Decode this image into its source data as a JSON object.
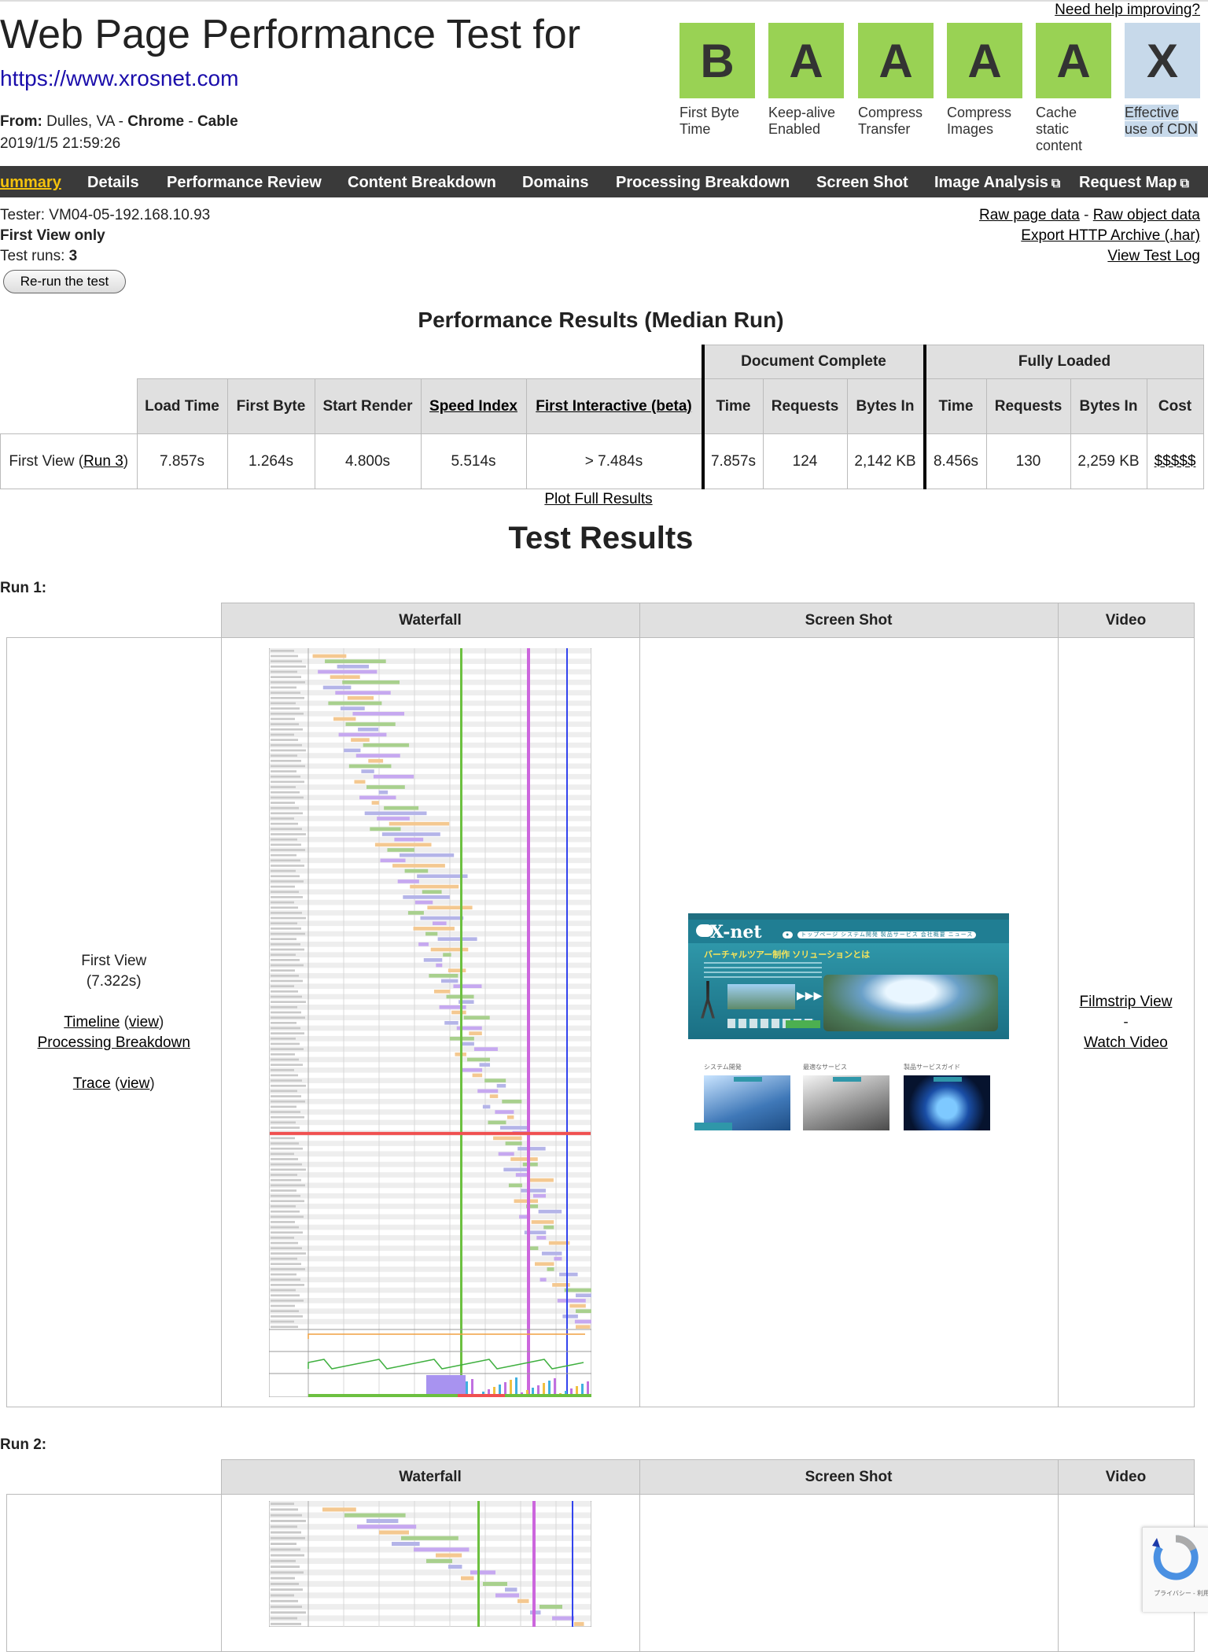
{
  "help_link": "Need help improving?",
  "header": {
    "title": "Web Page Performance Test for",
    "url": "https://www.xrosnet.com",
    "from_label": "From:",
    "location": "Dulles, VA",
    "browser": "Chrome",
    "connectivity": "Cable",
    "date": "2019/1/5 21:59:26"
  },
  "grades": [
    {
      "grade": "B",
      "label": "First Byte Time",
      "color": "#99d254"
    },
    {
      "grade": "A",
      "label": "Keep-alive Enabled",
      "color": "#99d254"
    },
    {
      "grade": "A",
      "label": "Compress Transfer",
      "color": "#99d254"
    },
    {
      "grade": "A",
      "label": "Compress Images",
      "color": "#99d254"
    },
    {
      "grade": "A",
      "label": "Cache static content",
      "color": "#99d254"
    },
    {
      "grade": "X",
      "label": "Effective use of CDN",
      "color": "#c7d9ea"
    }
  ],
  "nav": {
    "items": [
      "ummary",
      "Details",
      "Performance Review",
      "Content Breakdown",
      "Domains",
      "Processing Breakdown",
      "Screen Shot",
      "Image Analysis",
      "Request Map"
    ],
    "active_color": "#f4c20d"
  },
  "info": {
    "tester": "Tester: VM04-05-192.168.10.93",
    "view": "First View only",
    "runs_label": "Test runs: ",
    "runs": "3",
    "rerun_button": "Re-run the test"
  },
  "links": {
    "raw_page": "Raw page data",
    "sep": " - ",
    "raw_object": "Raw object data",
    "har": "Export HTTP Archive (.har)",
    "log": "View Test Log"
  },
  "perf": {
    "heading": "Performance Results (Median Run)",
    "group_document": "Document Complete",
    "group_fully": "Fully Loaded",
    "headers": {
      "load_time": "Load Time",
      "first_byte": "First Byte",
      "start_render": "Start Render",
      "speed_index": "Speed Index",
      "first_interactive": "First Interactive (beta)",
      "doc_time": "Time",
      "doc_requests": "Requests",
      "doc_bytes": "Bytes In",
      "full_time": "Time",
      "full_requests": "Requests",
      "full_bytes": "Bytes In",
      "cost": "Cost"
    },
    "row": {
      "label": "First View (",
      "run_link": "Run 3",
      "label_end": ")",
      "load_time": "7.857s",
      "first_byte": "1.264s",
      "start_render": "4.800s",
      "speed_index": "5.514s",
      "first_interactive": "> 7.484s",
      "doc_time": "7.857s",
      "doc_requests": "124",
      "doc_bytes": "2,142 KB",
      "full_time": "8.456s",
      "full_requests": "130",
      "full_bytes": "2,259 KB",
      "cost": "$$$$$"
    },
    "plot_full": "Plot Full Results"
  },
  "results": {
    "heading": "Test Results",
    "col_waterfall": "Waterfall",
    "col_screenshot": "Screen Shot",
    "col_video": "Video",
    "run1": {
      "label": "Run 1:",
      "first_view": "First View",
      "time": "(7.322s)",
      "timeline": "Timeline",
      "view": "view",
      "processing": "Processing Breakdown",
      "trace": "Trace",
      "filmstrip": "Filmstrip View",
      "dash": "-",
      "watch": "Watch Video"
    },
    "run2": {
      "label": "Run 2:"
    }
  },
  "screenshot_site": {
    "logo": "X-net",
    "menu": "トップページ  システム開発  製品サービス  会社概要  ニュース",
    "hero_title": "バーチャルツアー制作 ソリューションとは",
    "section1": "システム開発",
    "section2": "最適なサービス",
    "section3": "製品サービスガイド"
  },
  "recaptcha": {
    "text": "プライバシー - 利用"
  }
}
